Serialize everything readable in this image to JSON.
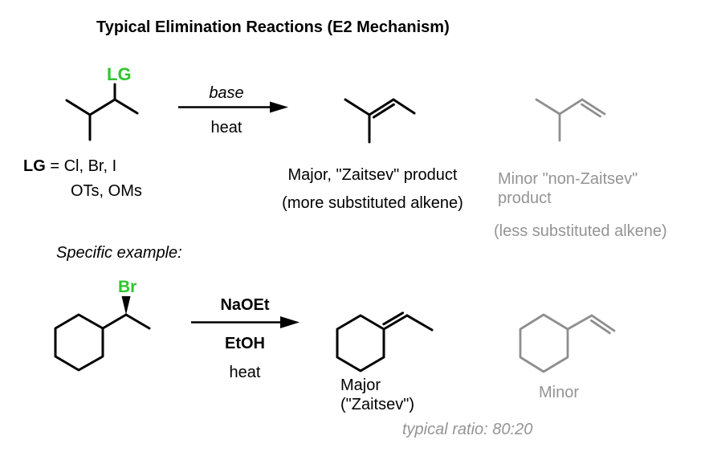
{
  "title": "Typical Elimination Reactions (E2 Mechanism)",
  "colors": {
    "leaving_group_green": "#2dc62d",
    "structure_black": "#000000",
    "structure_gray": "#8e8e8e",
    "text_gray": "#949494"
  },
  "reaction1": {
    "leaving_group_label": "LG",
    "lg_definition_bold": "LG",
    "lg_definition_rest": " = Cl, Br, I",
    "lg_definition_line2": "OTs, OMs",
    "arrow_top": "base",
    "arrow_bottom": "heat",
    "major_line1": "Major, \"Zaitsev\" product",
    "major_line2": "(more substituted alkene)",
    "minor_line1": "Minor \"non-Zaitsev\" product",
    "minor_line2": "(less substituted alkene)"
  },
  "section2_heading": "Specific example:",
  "reaction2": {
    "leaving_group_label": "Br",
    "arrow_top": "NaOEt",
    "arrow_mid": "EtOH",
    "arrow_bottom": "heat",
    "major_line1": "Major",
    "major_line2": "(\"Zaitsev\")",
    "minor_label": "Minor",
    "ratio_note": "typical ratio: 80:20"
  }
}
